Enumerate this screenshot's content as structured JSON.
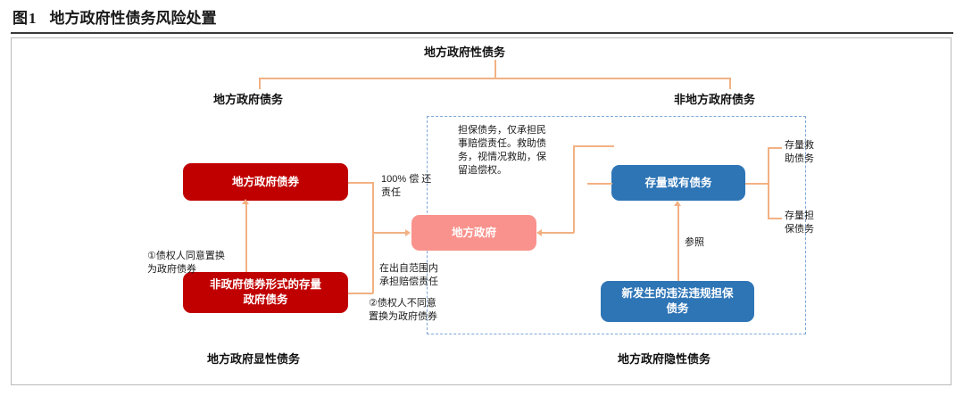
{
  "figure": {
    "number": "图1",
    "title": "地方政府性债务风险处置"
  },
  "diagram": {
    "root": "地方政府性债务",
    "branch_left": "地方政府债务",
    "branch_right": "非地方政府债务",
    "boxes": {
      "local_gov_bond": "地方政府债券",
      "non_bond_stock_debt": "非政府债券形式的存量\n政府债务",
      "local_government": "地方政府",
      "stock_contingent_debt": "存量或有债务",
      "new_illegal_guarantee_debt": "新发生的违法违规担保\n债务"
    },
    "annotations": {
      "full_repayment": "100% 偿 还\n责任",
      "creditor_agree": "①债权人同意置换\n为政府债券",
      "compensate_in_scope": "在出自范围内\n承担赔偿责任",
      "creditor_disagree": "②债权人不同意\n置换为政府债券",
      "guarantee_note": "担保债务，仅承担民\n事赔偿责任。救助债\n务，视情况救助，保\n留追偿权。",
      "refer_to": "参照"
    },
    "right_leaves": {
      "stock_rescue_debt": "存量救\n助债务",
      "stock_guarantee_debt": "存量担\n保债务"
    },
    "footer_left": "地方政府显性债务",
    "footer_right": "地方政府隐性债务"
  },
  "colors": {
    "red_box": "#C00000",
    "pink_box": "#F9928C",
    "blue_box": "#2E75B6",
    "connector": "#F2B183",
    "dashed_border": "#7EA6D8"
  }
}
